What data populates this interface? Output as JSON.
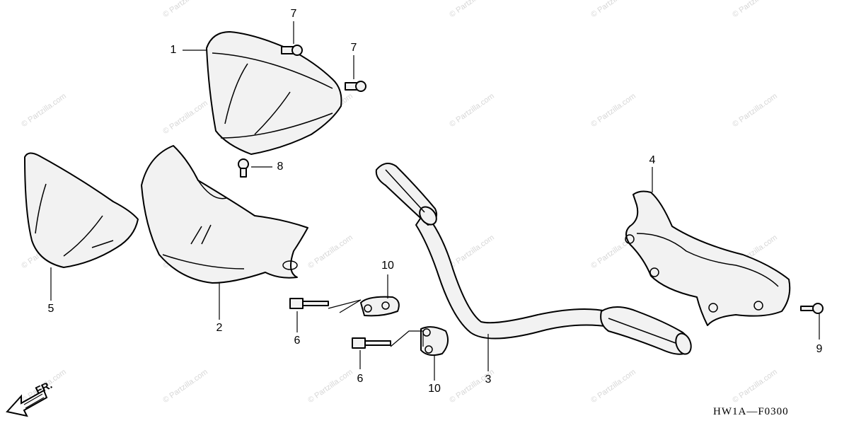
{
  "diagram_code": "HW1A—F0300",
  "direction_label": "FR.",
  "watermark_text": "© Partzilla.com",
  "callouts": [
    "1",
    "2",
    "3",
    "4",
    "5",
    "6",
    "6",
    "7",
    "7",
    "8",
    "9",
    "10",
    "10"
  ],
  "colors": {
    "ink": "#000000",
    "part_fill": "#f2f2f2",
    "watermark": "#d7d7d7"
  },
  "icons": {
    "front_direction": "arrow-icon"
  }
}
